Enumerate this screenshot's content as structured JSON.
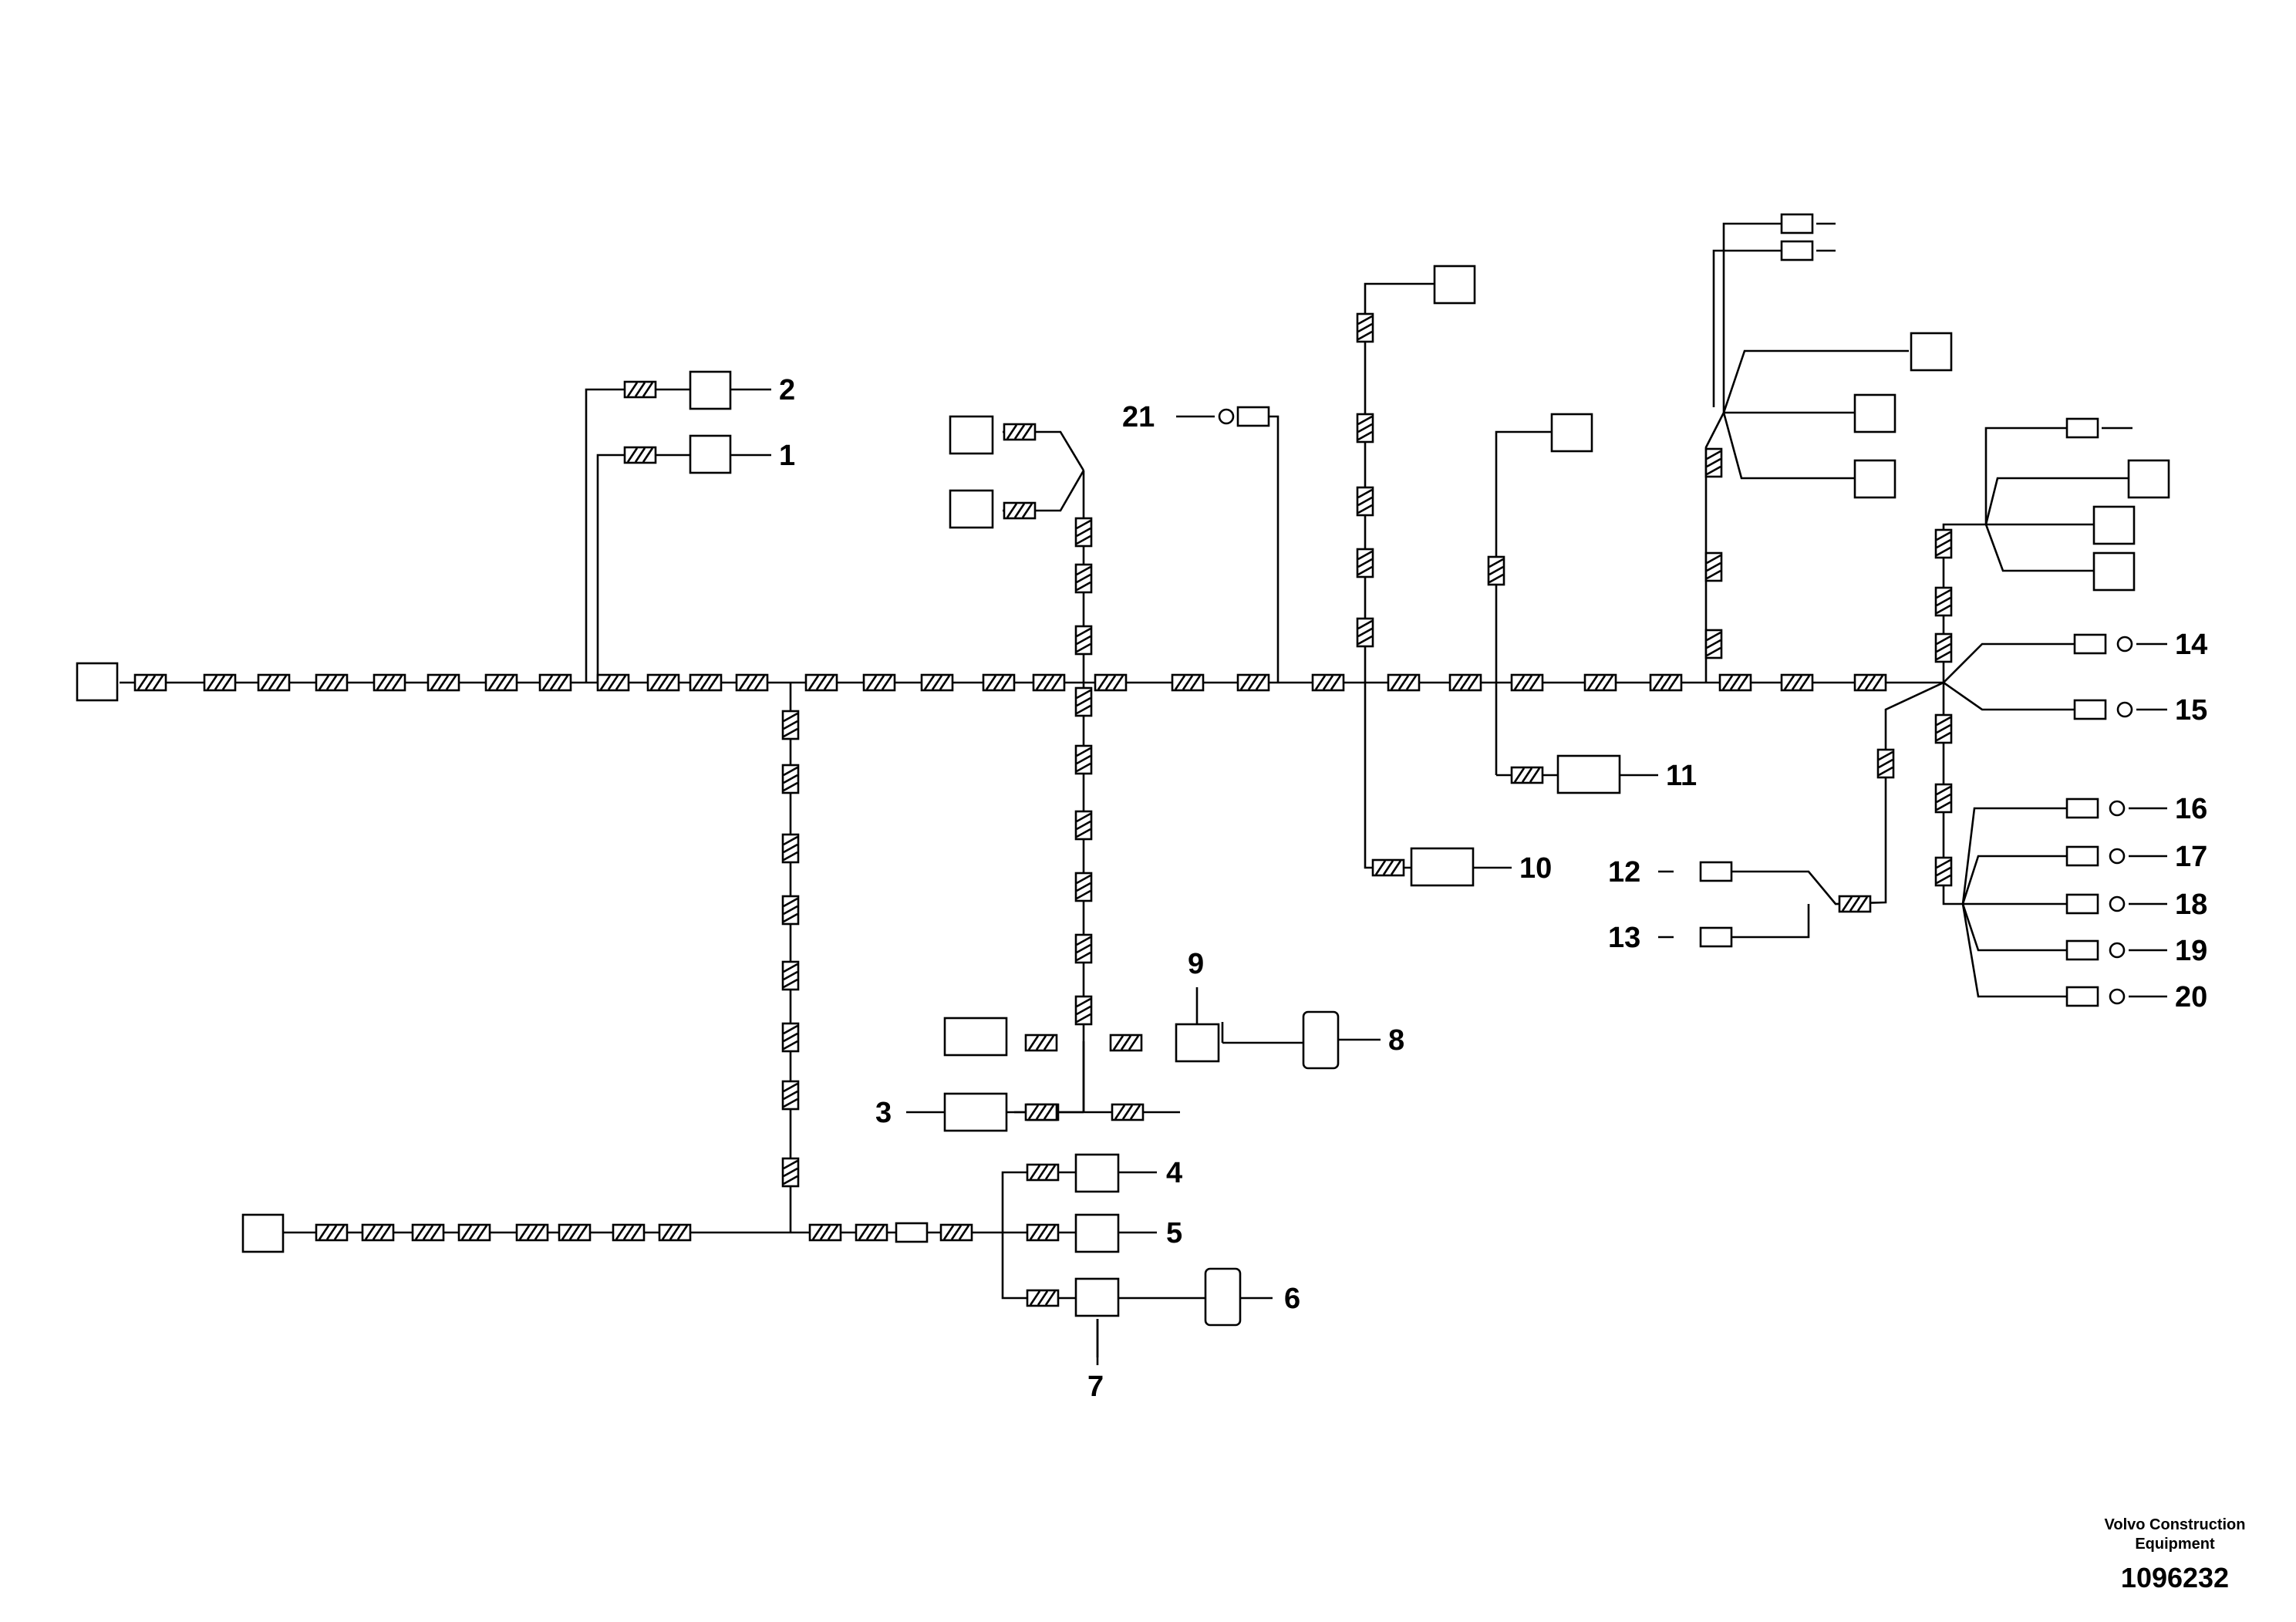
{
  "diagram": {
    "callouts": [
      "1",
      "2",
      "3",
      "4",
      "5",
      "6",
      "7",
      "8",
      "9",
      "10",
      "11",
      "12",
      "13",
      "14",
      "15",
      "16",
      "17",
      "18",
      "19",
      "20",
      "21"
    ]
  },
  "footer": {
    "brand_line1": "Volvo Construction",
    "brand_line2": "Equipment",
    "doc_number": "1096232"
  }
}
